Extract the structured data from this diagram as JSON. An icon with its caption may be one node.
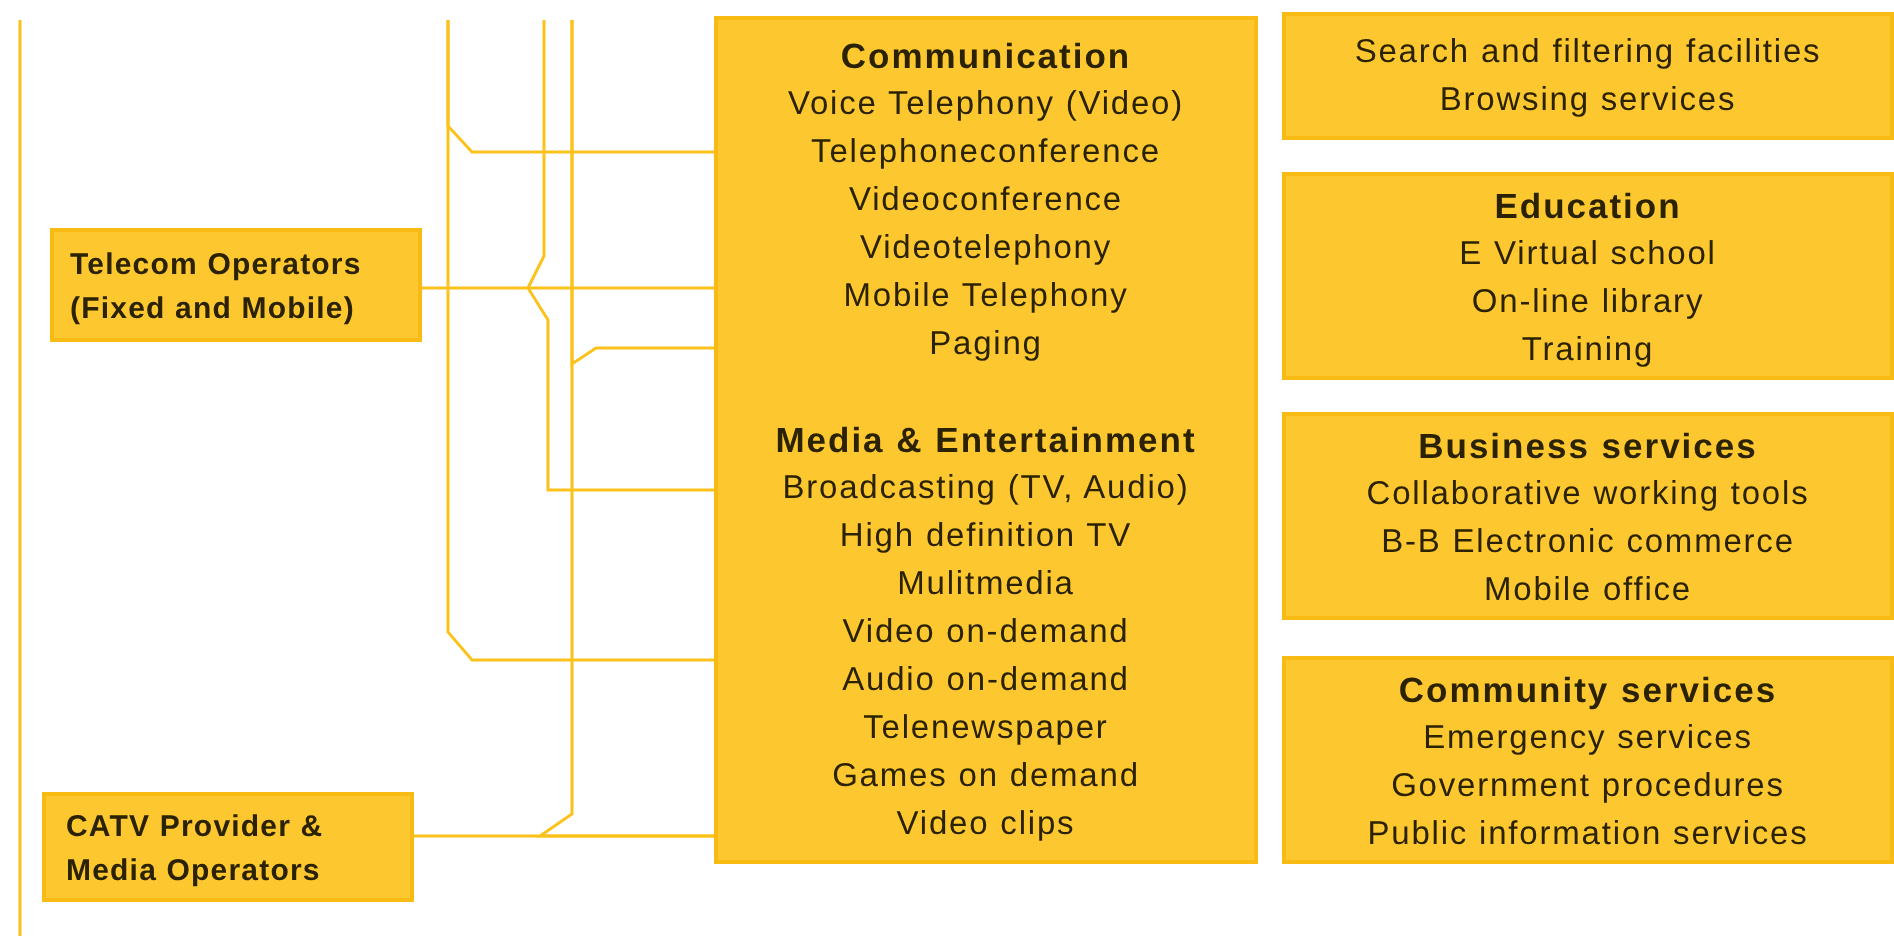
{
  "diagram": {
    "nodes": [
      {
        "text": [
          "Telecom Operators (Fixed and Mobile)"
        ]
      },
      {
        "text": [
          "CATV Provider & Media Operators"
        ]
      },
      {
        "text": [],
        "shape": "box"
      },
      {
        "text": [
          "Communication",
          "Voice Telephony (Video)",
          "Telephoneconference",
          "Videoconference",
          "Videotelephony",
          "Mobile Telephony",
          "Paging"
        ],
        "in": 2
      },
      {
        "text": [
          "Media & Entertainment",
          "Broadcasting (TV, Audio)",
          "High definition TV",
          "Mulitmedia",
          "Video on-demand",
          "Audio on-demand",
          "Telenewspaper",
          "Games on demand",
          "Video clips"
        ],
        "in": 2
      },
      {
        "text": [
          "Search and filtering facilities",
          "Browsing services"
        ]
      },
      {
        "text": [
          "Education",
          "E Virtual school",
          "On-line library",
          "Training"
        ]
      },
      {
        "text": [
          "Business services",
          "Collaborative working tools",
          "B-B Electronic commerce",
          "Mobile office"
        ]
      },
      {
        "text": [
          "Community services",
          "Emergency services",
          "Government procedures",
          "Public information services"
        ]
      }
    ],
    "edges": [
      {
        "from": 0,
        "to": 3,
        "arrow": "none"
      },
      {
        "from": 1,
        "to": 4,
        "arrow": "none"
      },
      {
        "from": null,
        "to": 3,
        "arrow": "none"
      },
      {
        "from": null,
        "to": 4,
        "arrow": "none"
      },
      {
        "from": null,
        "to": 4,
        "arrow": "none"
      },
      {
        "from": null,
        "to": 3,
        "arrow": "none"
      },
      {
        "from": null,
        "to": 4,
        "arrow": "none"
      }
    ]
  }
}
